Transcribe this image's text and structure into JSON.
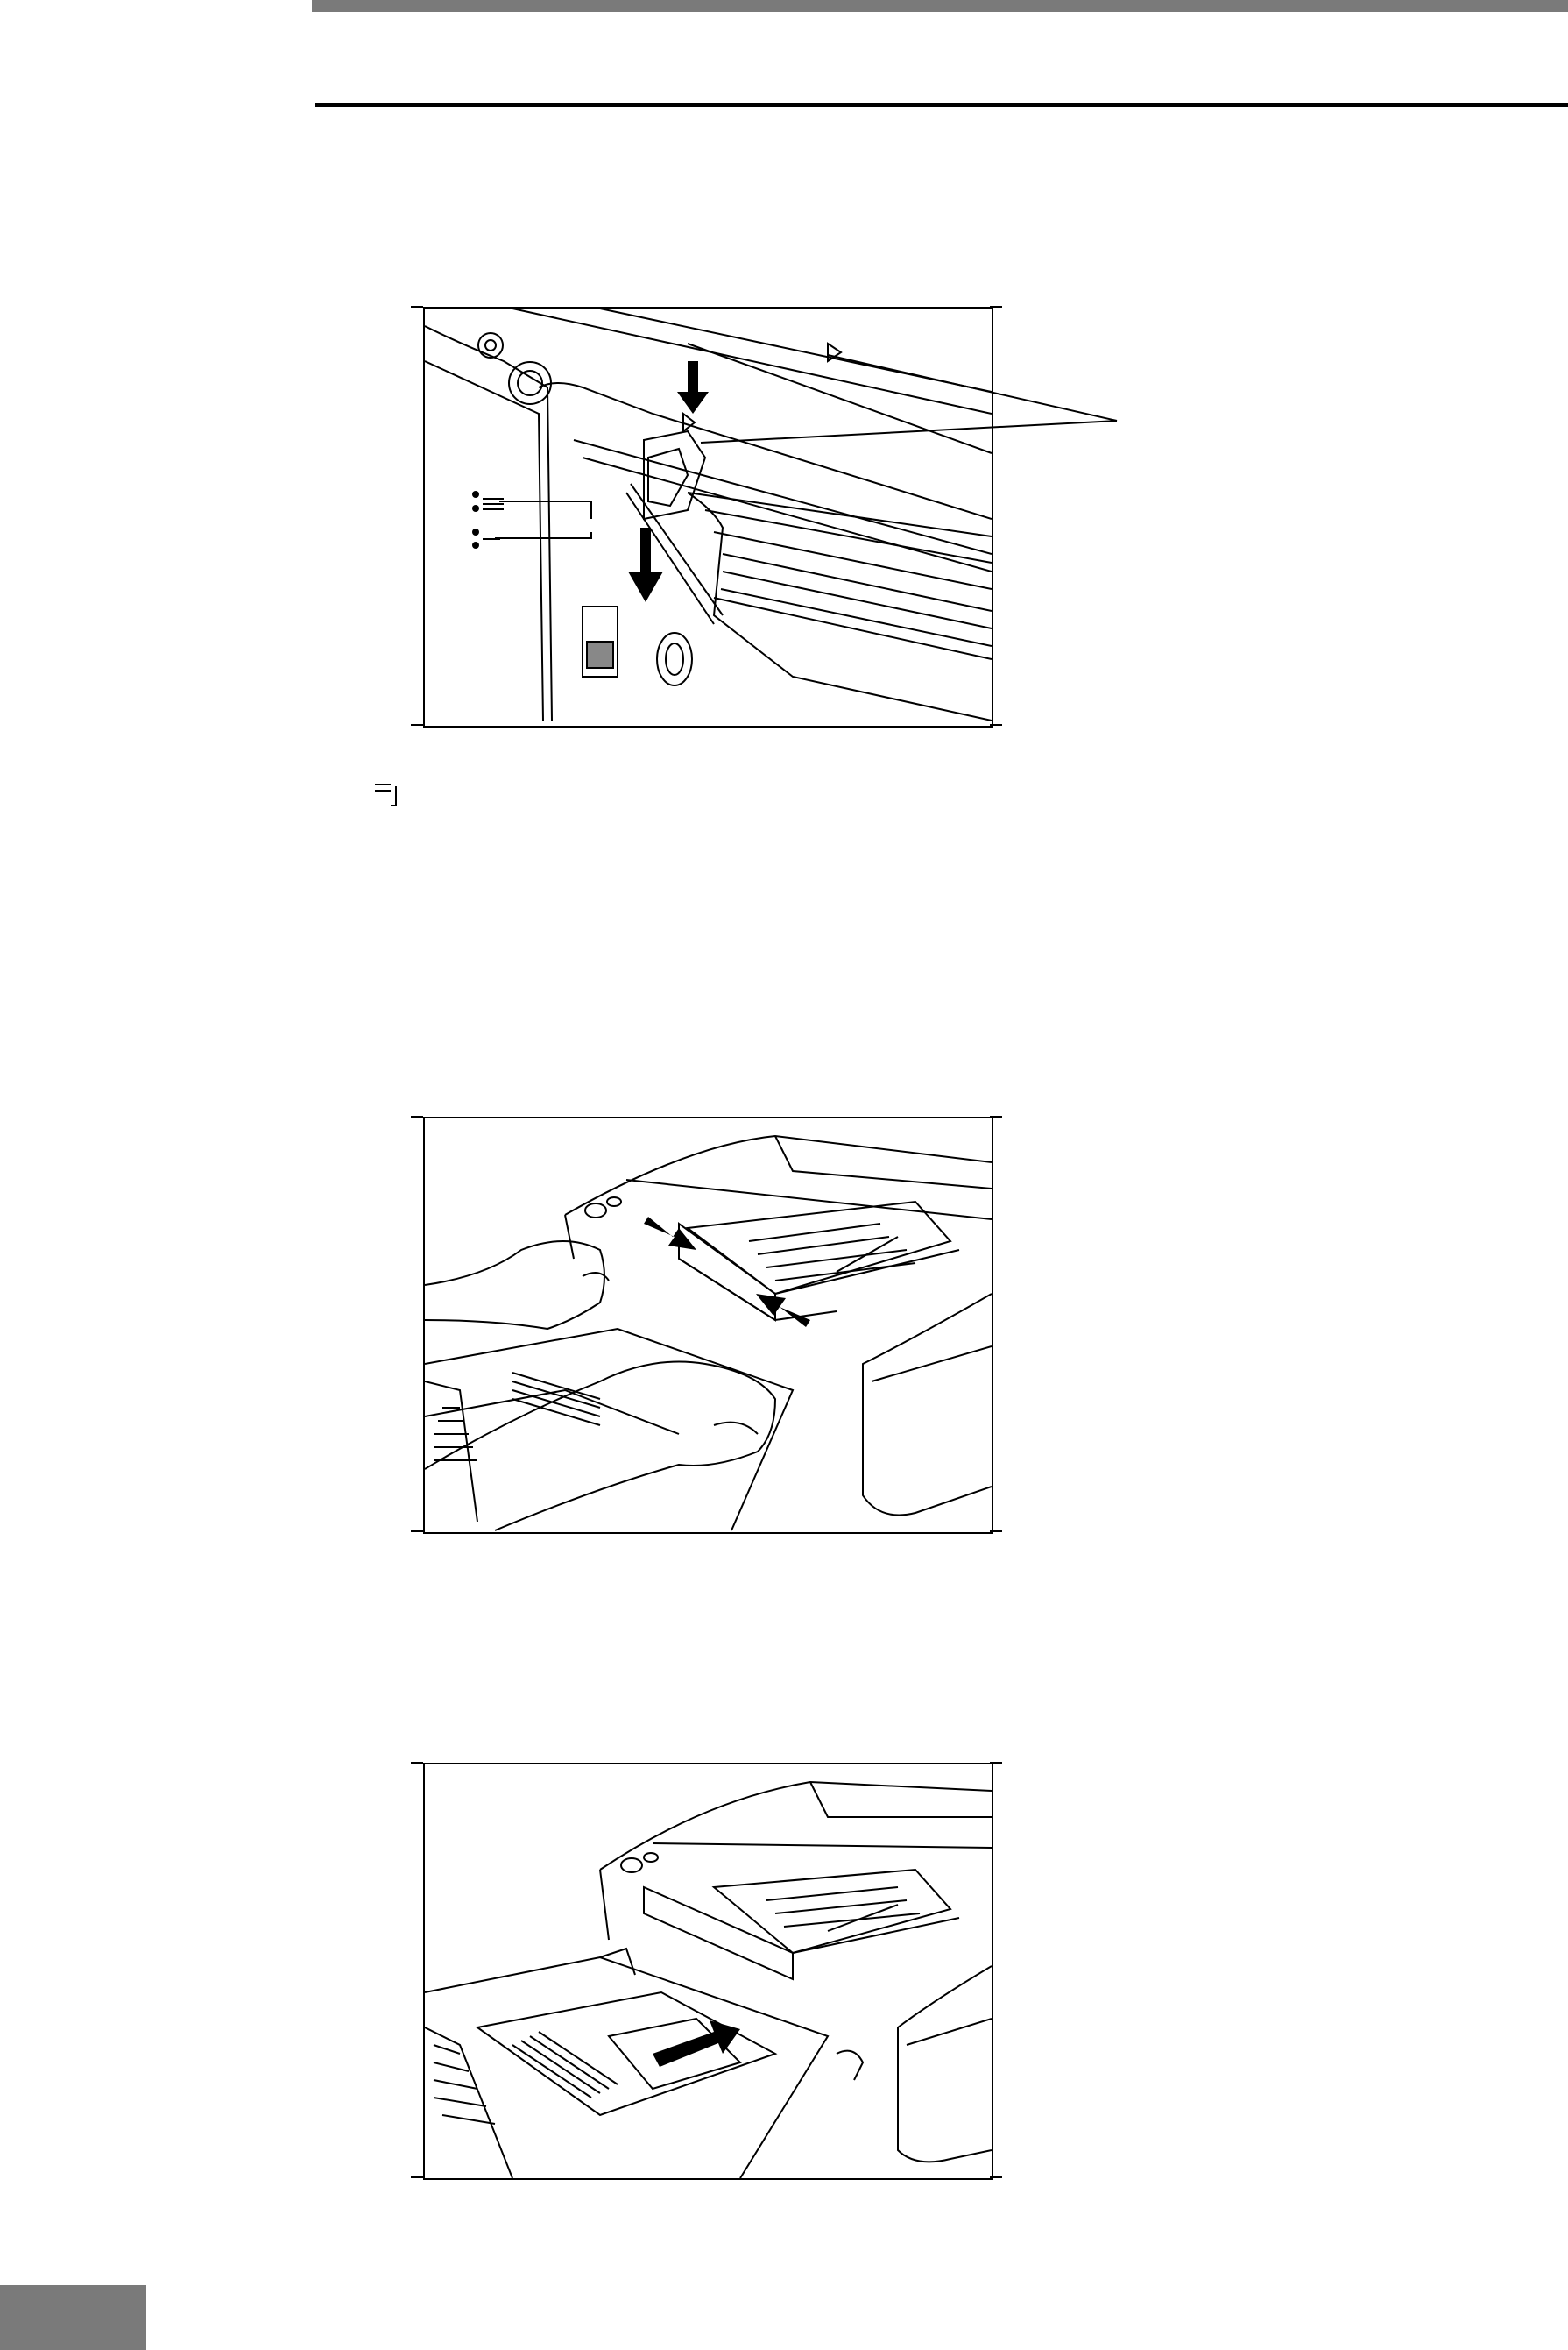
{
  "page": {
    "section_header": "",
    "page_number": ""
  },
  "figures": [
    {
      "id": "fig1",
      "subject": "scanner-feed-lever-and-guides"
    },
    {
      "id": "fig2",
      "subject": "hands-adjusting-document-guides"
    },
    {
      "id": "fig3",
      "subject": "loading-document-into-feeder"
    }
  ],
  "icons": {
    "note": "note-icon",
    "feed_mode_separation": "feed-separation-icon",
    "feed_mode_bypass": "feed-bypass-icon"
  }
}
